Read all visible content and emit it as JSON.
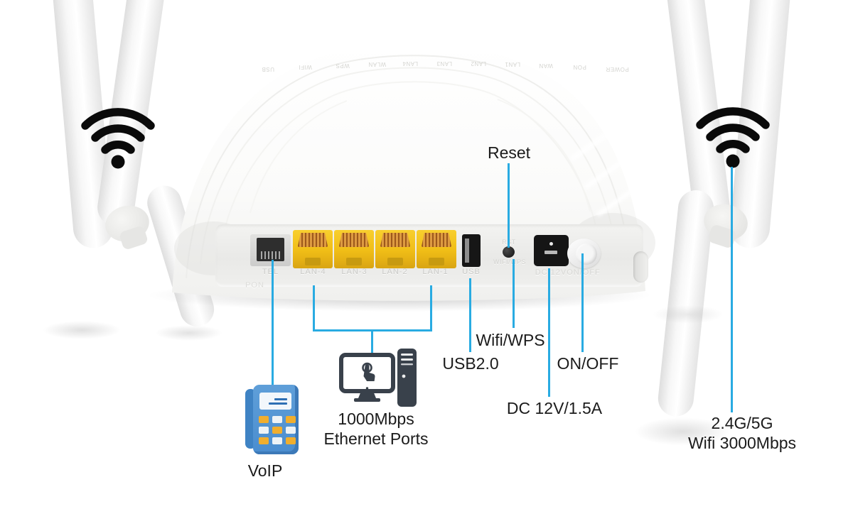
{
  "colors": {
    "callout_line": "#29abe2",
    "label_text": "#1b1b1b",
    "lan_port_yellow": "#f0bd16",
    "port_engraving": "#c9c9c6",
    "wifi_icon_black": "#0a0a0a",
    "computer_icon_gray": "#39414b",
    "phone_blue": "#4a8dcf",
    "phone_key_yellow": "#f0ae2e"
  },
  "router": {
    "top_led_labels": [
      "USB",
      "WIFI",
      "WPS",
      "WLAN",
      "LAN4",
      "LAN3",
      "LAN2",
      "LAN1",
      "WAN",
      "PON",
      "POWER"
    ],
    "ports": {
      "tel": "TEL",
      "pon": "PON",
      "lan": [
        "LAN-4",
        "LAN-3",
        "LAN-2",
        "LAN-1"
      ],
      "usb": "USB",
      "rst": "RST",
      "wifi_wps": "WIFI/WPS",
      "dc": "DC 12V",
      "on_off": "ON/OFF"
    }
  },
  "callouts": {
    "reset": "Reset",
    "wifi_wps": "Wifi/WPS",
    "usb": "USB2.0",
    "on_off": "ON/OFF",
    "dc_power": "DC 12V/1.5A",
    "voip": "VoIP",
    "ethernet_line1": "1000Mbps",
    "ethernet_line2": "Ethernet Ports",
    "wifi_line1": "2.4G/5G",
    "wifi_line2": "Wifi 3000Mbps"
  }
}
